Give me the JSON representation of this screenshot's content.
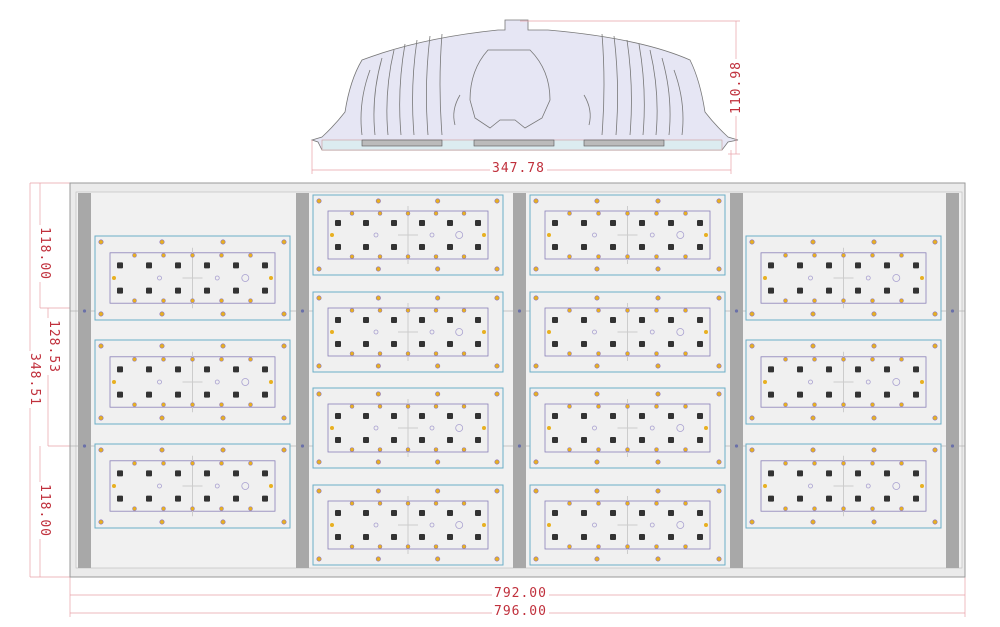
{
  "title": "LED floodlight luminaire drawing",
  "dimensions": {
    "profile_width": "347.78",
    "profile_height": "110.98",
    "inner_width": "792.00",
    "outer_width": "796.00",
    "outer_height": "348.51",
    "top_module_pitch": "118.00",
    "middle_pitch": "128.53",
    "bottom_module_pitch": "118.00"
  },
  "colors": {
    "dimension": "#c0303c",
    "led_yellow": "#e8b020",
    "module_border": "#6aaec8",
    "inner_border": "#8a80b8",
    "rail": "#a8a8a8",
    "heatsink_fill": "#e6e6f4"
  },
  "layout": {
    "columns": [
      {
        "name": "left",
        "modules": 3
      },
      {
        "name": "center-left",
        "modules": 4
      },
      {
        "name": "center-right",
        "modules": 4
      },
      {
        "name": "right",
        "modules": 3
      }
    ]
  }
}
